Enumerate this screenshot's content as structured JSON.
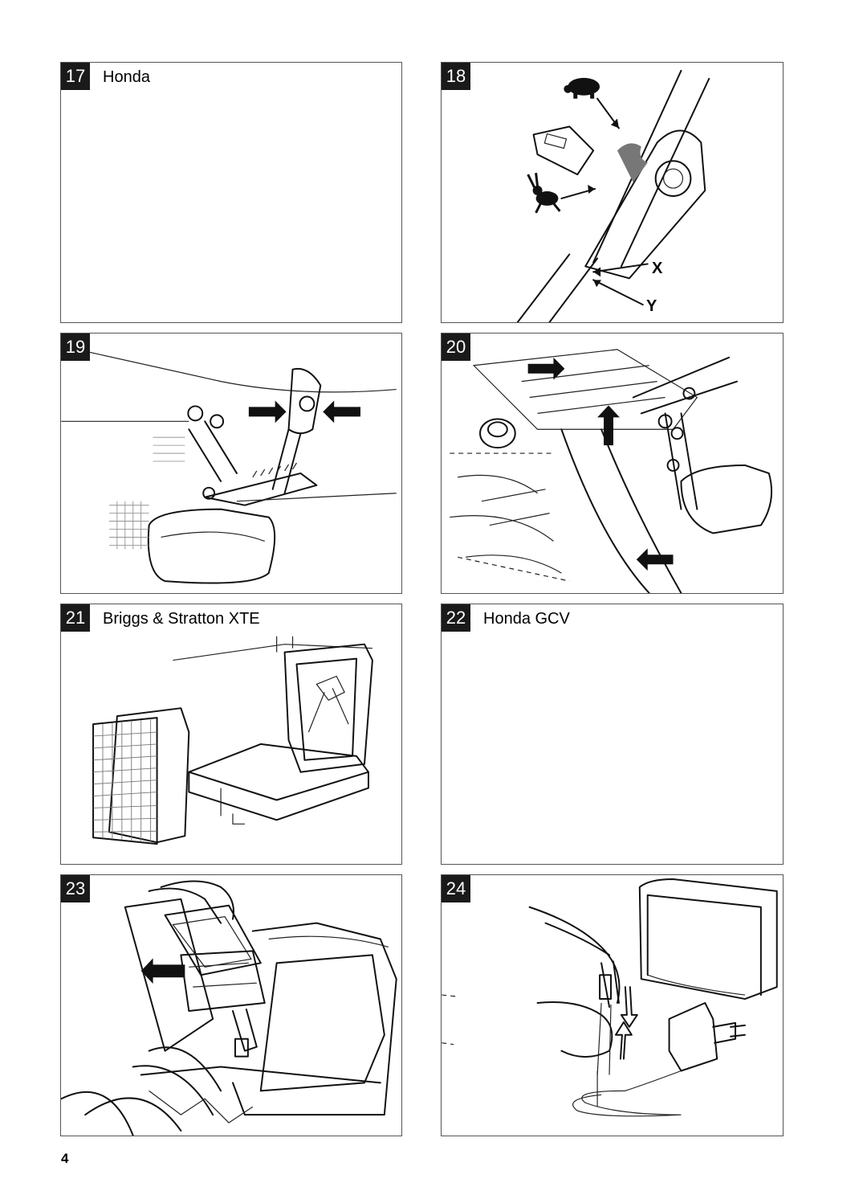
{
  "page": {
    "number": "4"
  },
  "panels": [
    {
      "id": "17",
      "title": "Honda"
    },
    {
      "id": "18",
      "title": "",
      "labels": {
        "x": "X",
        "y": "Y"
      }
    },
    {
      "id": "19",
      "title": ""
    },
    {
      "id": "20",
      "title": ""
    },
    {
      "id": "21",
      "title": "Briggs & Stratton XTE"
    },
    {
      "id": "22",
      "title": "Honda GCV"
    },
    {
      "id": "23",
      "title": ""
    },
    {
      "id": "24",
      "title": ""
    }
  ],
  "icons": {
    "slow": "turtle-icon",
    "fast": "rabbit-icon",
    "direction": "arrow-icon"
  },
  "colors": {
    "badge": "#1a1a1a",
    "border": "#555555",
    "ink": "#111111"
  }
}
